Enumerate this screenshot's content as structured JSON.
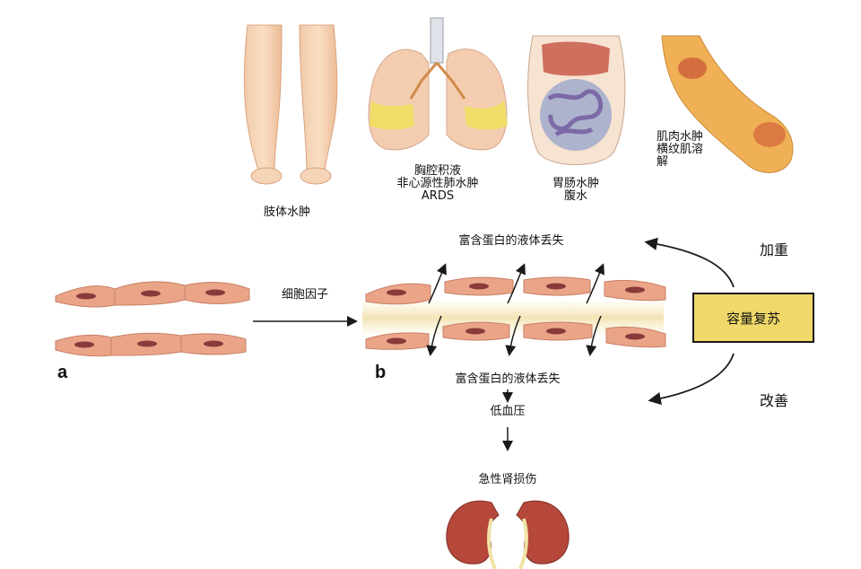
{
  "organs": {
    "limb": {
      "label": "肢体水肿"
    },
    "chest": {
      "lines": [
        "胸腔积液",
        "非心源性肺水肿",
        "ARDS"
      ]
    },
    "gut": {
      "lines": [
        "胃肠水肿",
        "腹水"
      ]
    },
    "muscle": {
      "lines": [
        "肌肉水肿",
        "横纹肌溶",
        "解"
      ]
    }
  },
  "panels": {
    "a": "a",
    "b": "b"
  },
  "process": {
    "cytokine": "细胞因子",
    "loss_top": "富含蛋白的液体丢失",
    "loss_bottom": "富含蛋白的液体丢失",
    "hypotension": "低血压",
    "aki": "急性肾损伤"
  },
  "resuscitation": {
    "box": "容量复苏",
    "worsen": "加重",
    "improve": "改善"
  },
  "colors": {
    "cell_fill": "#eaa589",
    "nucleus": "#8a3a3a",
    "vessel_leak": "#f6ebc8",
    "box_fill": "#f0d96a",
    "kidney": "#b5483a"
  }
}
